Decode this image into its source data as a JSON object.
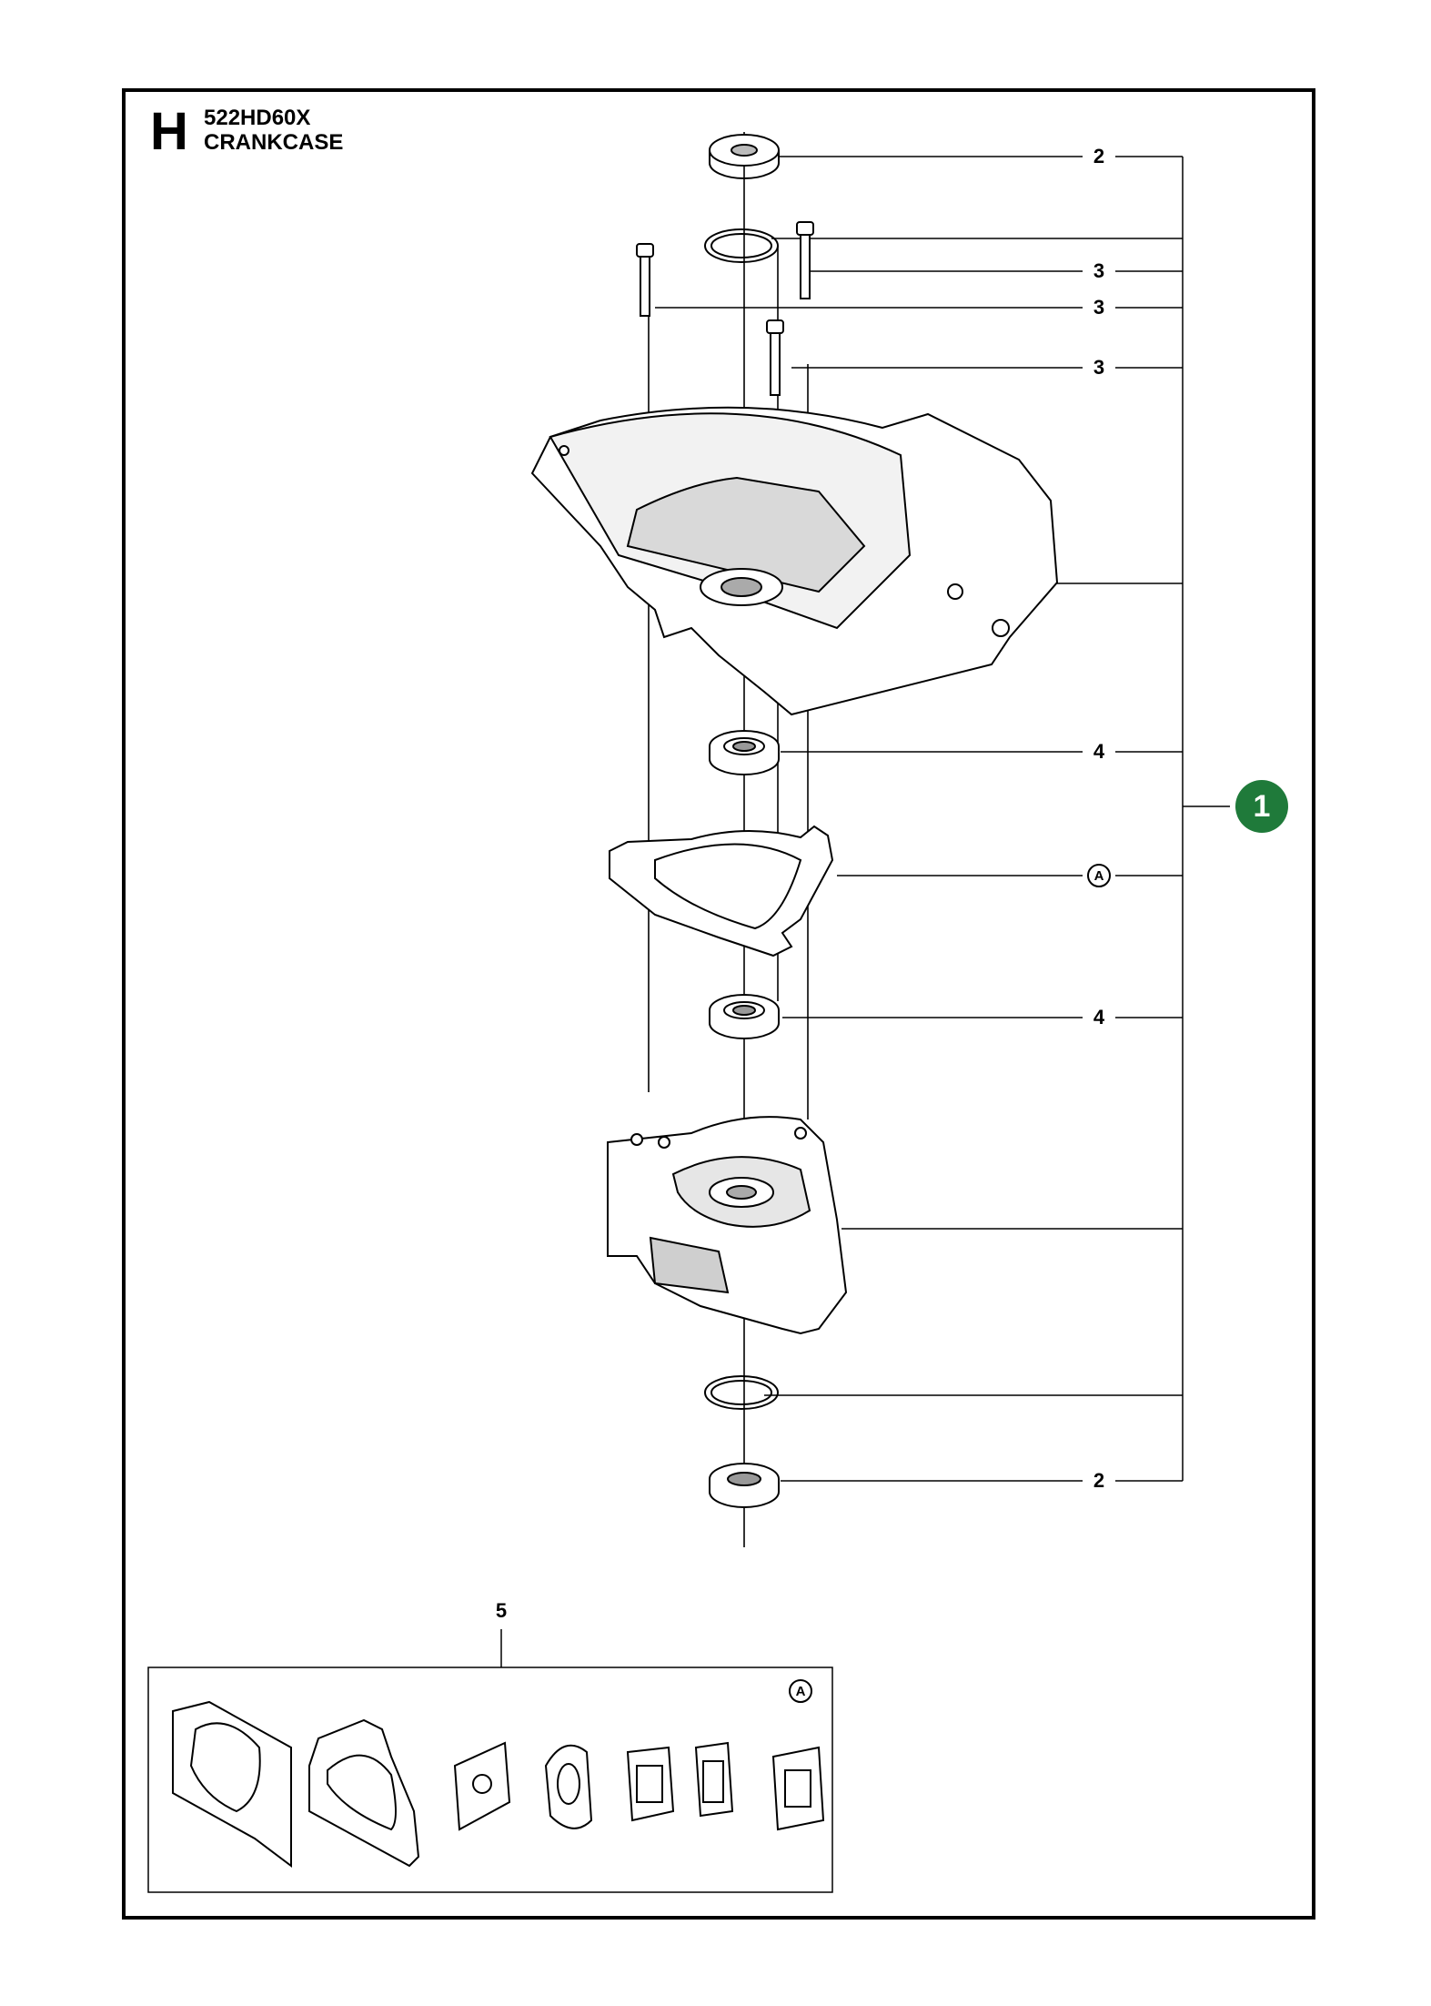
{
  "header": {
    "section_letter": "H",
    "model": "522HD60X",
    "title": "CRANKCASE"
  },
  "callouts": {
    "seal_top": "2",
    "screw_a": "3",
    "screw_b": "3",
    "screw_c": "3",
    "bearing_top": "4",
    "gasket_ref": "A",
    "bearing_bottom": "4",
    "seal_bottom": "2",
    "gasket_kit": "5",
    "kit_ref": "A"
  },
  "assembly_badge": {
    "label": "1",
    "color": "#1f7a3a"
  }
}
